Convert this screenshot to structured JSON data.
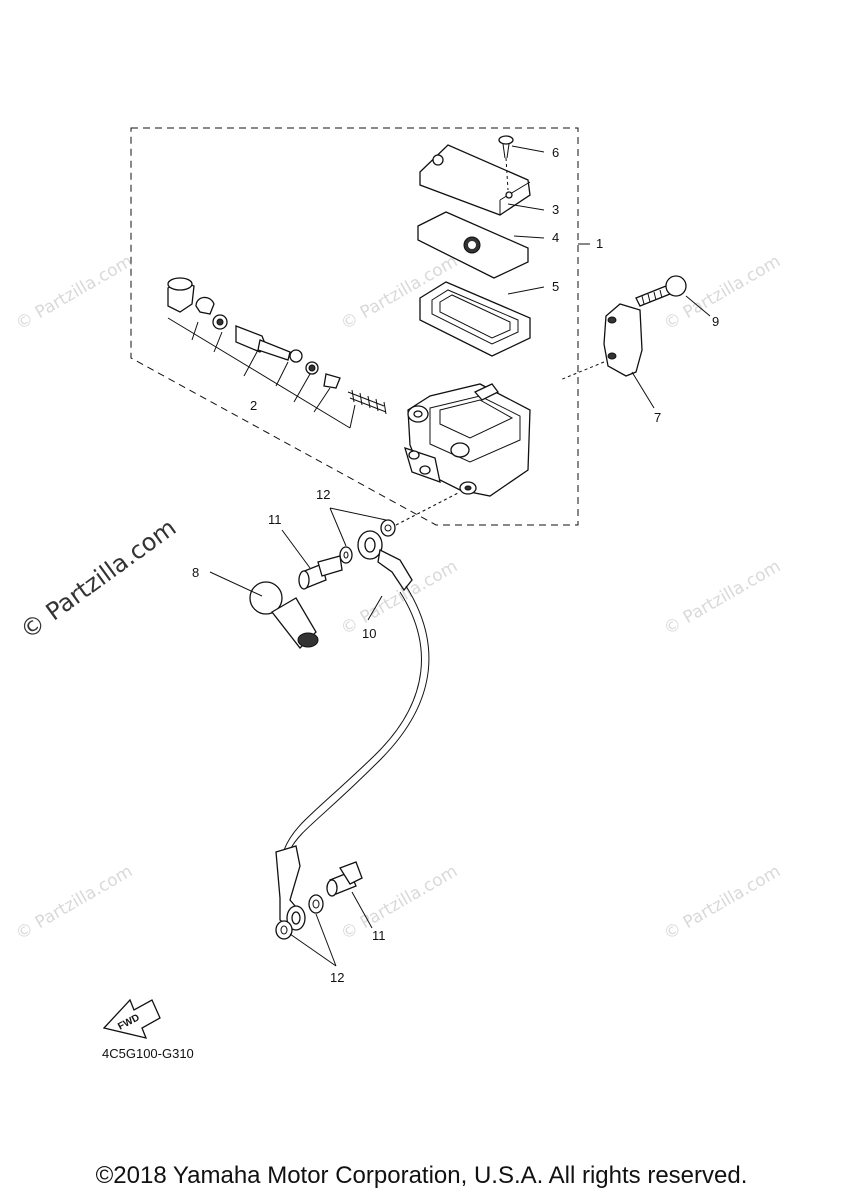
{
  "diagram": {
    "callouts": {
      "c1": "1",
      "c2": "2",
      "c3": "3",
      "c4": "4",
      "c5": "5",
      "c6": "6",
      "c7": "7",
      "c8": "8",
      "c9": "9",
      "c10": "10",
      "c11a": "11",
      "c11b": "11",
      "c12a": "12",
      "c12b": "12"
    },
    "fwd_label": "FWD",
    "diagram_code": "4C5G100-G310"
  },
  "watermark": {
    "text": "© Partzilla.com",
    "color": "#d9d9d9"
  },
  "footer": {
    "copyright": "©2018 Yamaha Motor Corporation, U.S.A. All rights reserved."
  }
}
